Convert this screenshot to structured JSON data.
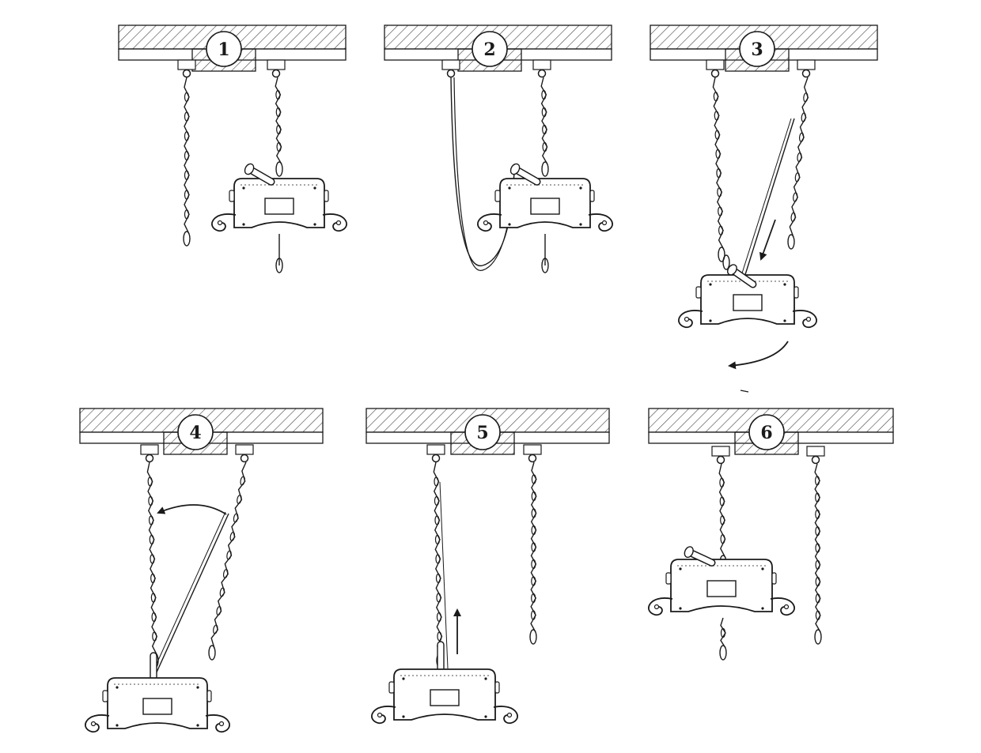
{
  "diagram": {
    "steps": [
      {
        "label": "1"
      },
      {
        "label": "2"
      },
      {
        "label": "3"
      },
      {
        "label": "4"
      },
      {
        "label": "5"
      },
      {
        "label": "6"
      }
    ],
    "colors": {
      "line": "#1a1a1a",
      "hatch": "#444444",
      "fill": "#ffffff"
    },
    "icons": [
      "ceiling-rail",
      "strap-loop",
      "hoist-unit",
      "direction-arrow"
    ]
  }
}
